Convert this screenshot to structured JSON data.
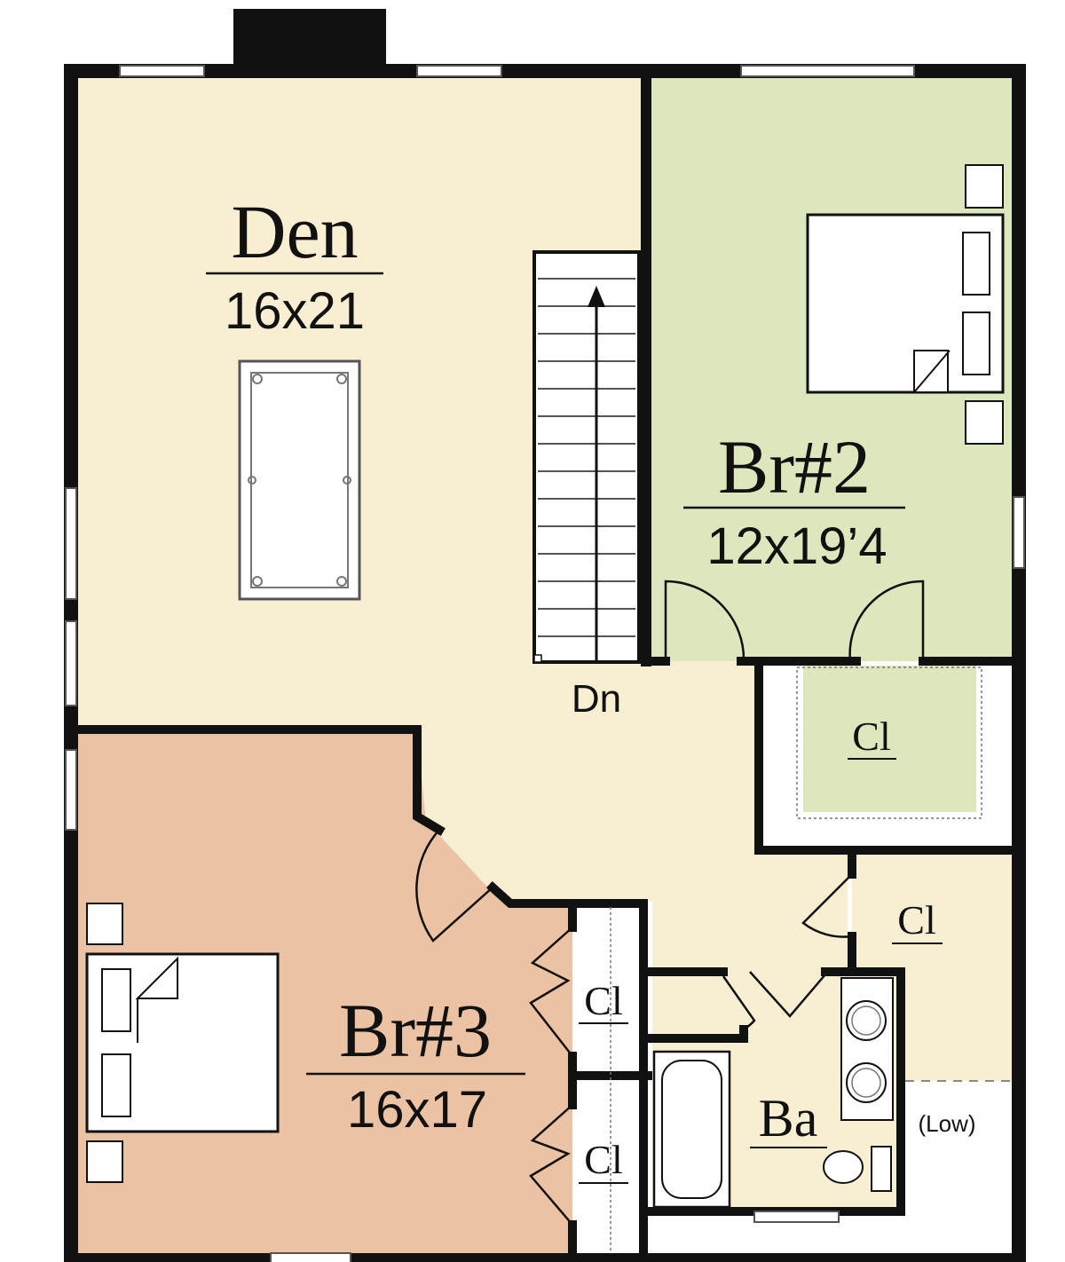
{
  "colors": {
    "wall": "#111111",
    "den": "#f8efd2",
    "bedroom2": "#dde7bd",
    "bedroom3": "#ecc2a4",
    "bath": "#f8efd2",
    "closet_white": "#ffffff"
  },
  "rooms": {
    "den": {
      "name": "Den",
      "size": "16x21"
    },
    "bedroom2": {
      "name": "Br#2",
      "size": "12x19’4"
    },
    "bedroom3": {
      "name": "Br#3",
      "size": "16x17"
    },
    "bath": {
      "name": "Ba"
    },
    "closet_br2": {
      "name": "Cl"
    },
    "closet_hall": {
      "name": "Cl"
    },
    "closet_br3_upper": {
      "name": "Cl"
    },
    "closet_br3_lower": {
      "name": "Cl"
    },
    "low_area": {
      "name": "(Low)"
    }
  },
  "stairs": {
    "label": "Dn"
  },
  "icons": [
    "bed-icon",
    "nightstand-icon",
    "pool-table-icon",
    "stair-arrow-icon",
    "bathtub-icon",
    "toilet-icon",
    "sink-icon",
    "door-swing-icon",
    "window-icon",
    "chimney-icon"
  ]
}
